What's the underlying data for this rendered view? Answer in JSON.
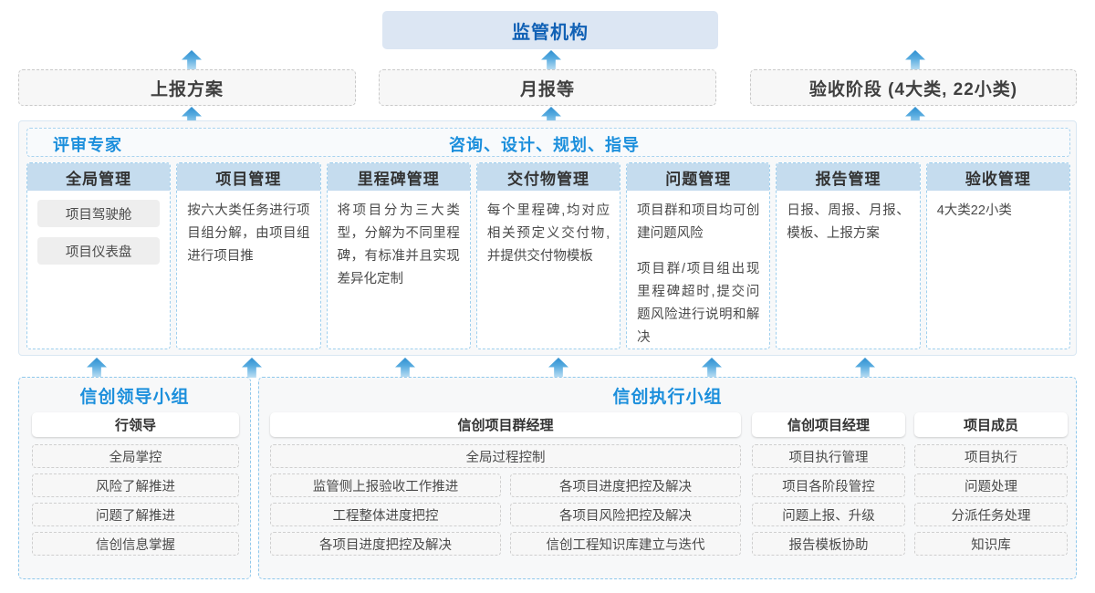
{
  "top": {
    "regulator": "监管机构",
    "reports": [
      {
        "label": "上报方案"
      },
      {
        "label": "月报等"
      },
      {
        "label": "验收阶段 (4大类, 22小类)"
      }
    ]
  },
  "middle": {
    "header_left": "评审专家",
    "header_right": "咨询、设计、规划、指导",
    "columns": [
      {
        "title": "全局管理",
        "chips": [
          "项目驾驶舱",
          "项目仪表盘"
        ],
        "paragraphs": []
      },
      {
        "title": "项目管理",
        "chips": [],
        "paragraphs": [
          "按六大类任务进行项目组分解，由项目组进行项目推"
        ]
      },
      {
        "title": "里程碑管理",
        "chips": [],
        "paragraphs": [
          "将项目分为三大类型，分解为不同里程碑，有标准并且实现差异化定制"
        ]
      },
      {
        "title": "交付物管理",
        "chips": [],
        "paragraphs": [
          "每个里程碑,均对应相关预定义交付物,并提供交付物模板"
        ]
      },
      {
        "title": "问题管理",
        "chips": [],
        "paragraphs": [
          "项目群和项目均可创建问题风险",
          "项目群/项目组出现里程碑超时,提交问题风险进行说明和解决"
        ]
      },
      {
        "title": "报告管理",
        "chips": [],
        "paragraphs": [
          "日报、周报、月报、模板、上报方案"
        ]
      },
      {
        "title": "验收管理",
        "chips": [],
        "paragraphs": [
          "4大类22小类"
        ]
      }
    ]
  },
  "bottom": {
    "groups": [
      {
        "title": "信创领导小组",
        "roles": [
          {
            "name": "行领导",
            "items": [
              "全局掌控",
              "风险了解推进",
              "问题了解推进",
              "信创信息掌握"
            ]
          }
        ]
      },
      {
        "title": "信创执行小组",
        "roles": [
          {
            "name": "信创项目群经理",
            "full_width_item": "全局过程控制",
            "items_left": [
              "监管侧上报验收工作推进",
              "工程整体进度把控",
              "各项目进度把控及解决"
            ],
            "items_right": [
              "各项目进度把控及解决",
              "各项目风险把控及解决",
              "信创工程知识库建立与迭代"
            ]
          },
          {
            "name": "信创项目经理",
            "items": [
              "项目执行管理",
              "项目各阶段管控",
              "问题上报、升级",
              "报告模板协助"
            ]
          },
          {
            "name": "项目成员",
            "items": [
              "项目执行",
              "问题处理",
              "分派任务处理",
              "知识库"
            ]
          }
        ]
      }
    ]
  },
  "arrows": {
    "to_regulator_count": 3,
    "to_middle_count": 6,
    "color_top": "#2f8fd0",
    "color_bottom": "#bddff3"
  },
  "colors": {
    "brand_blue": "#1c8fdc",
    "regulator_bg": "#dce6f3",
    "regulator_text": "#1161b5",
    "column_head_bg": "#c5dcee",
    "panel_bg": "#f7f8f9"
  }
}
